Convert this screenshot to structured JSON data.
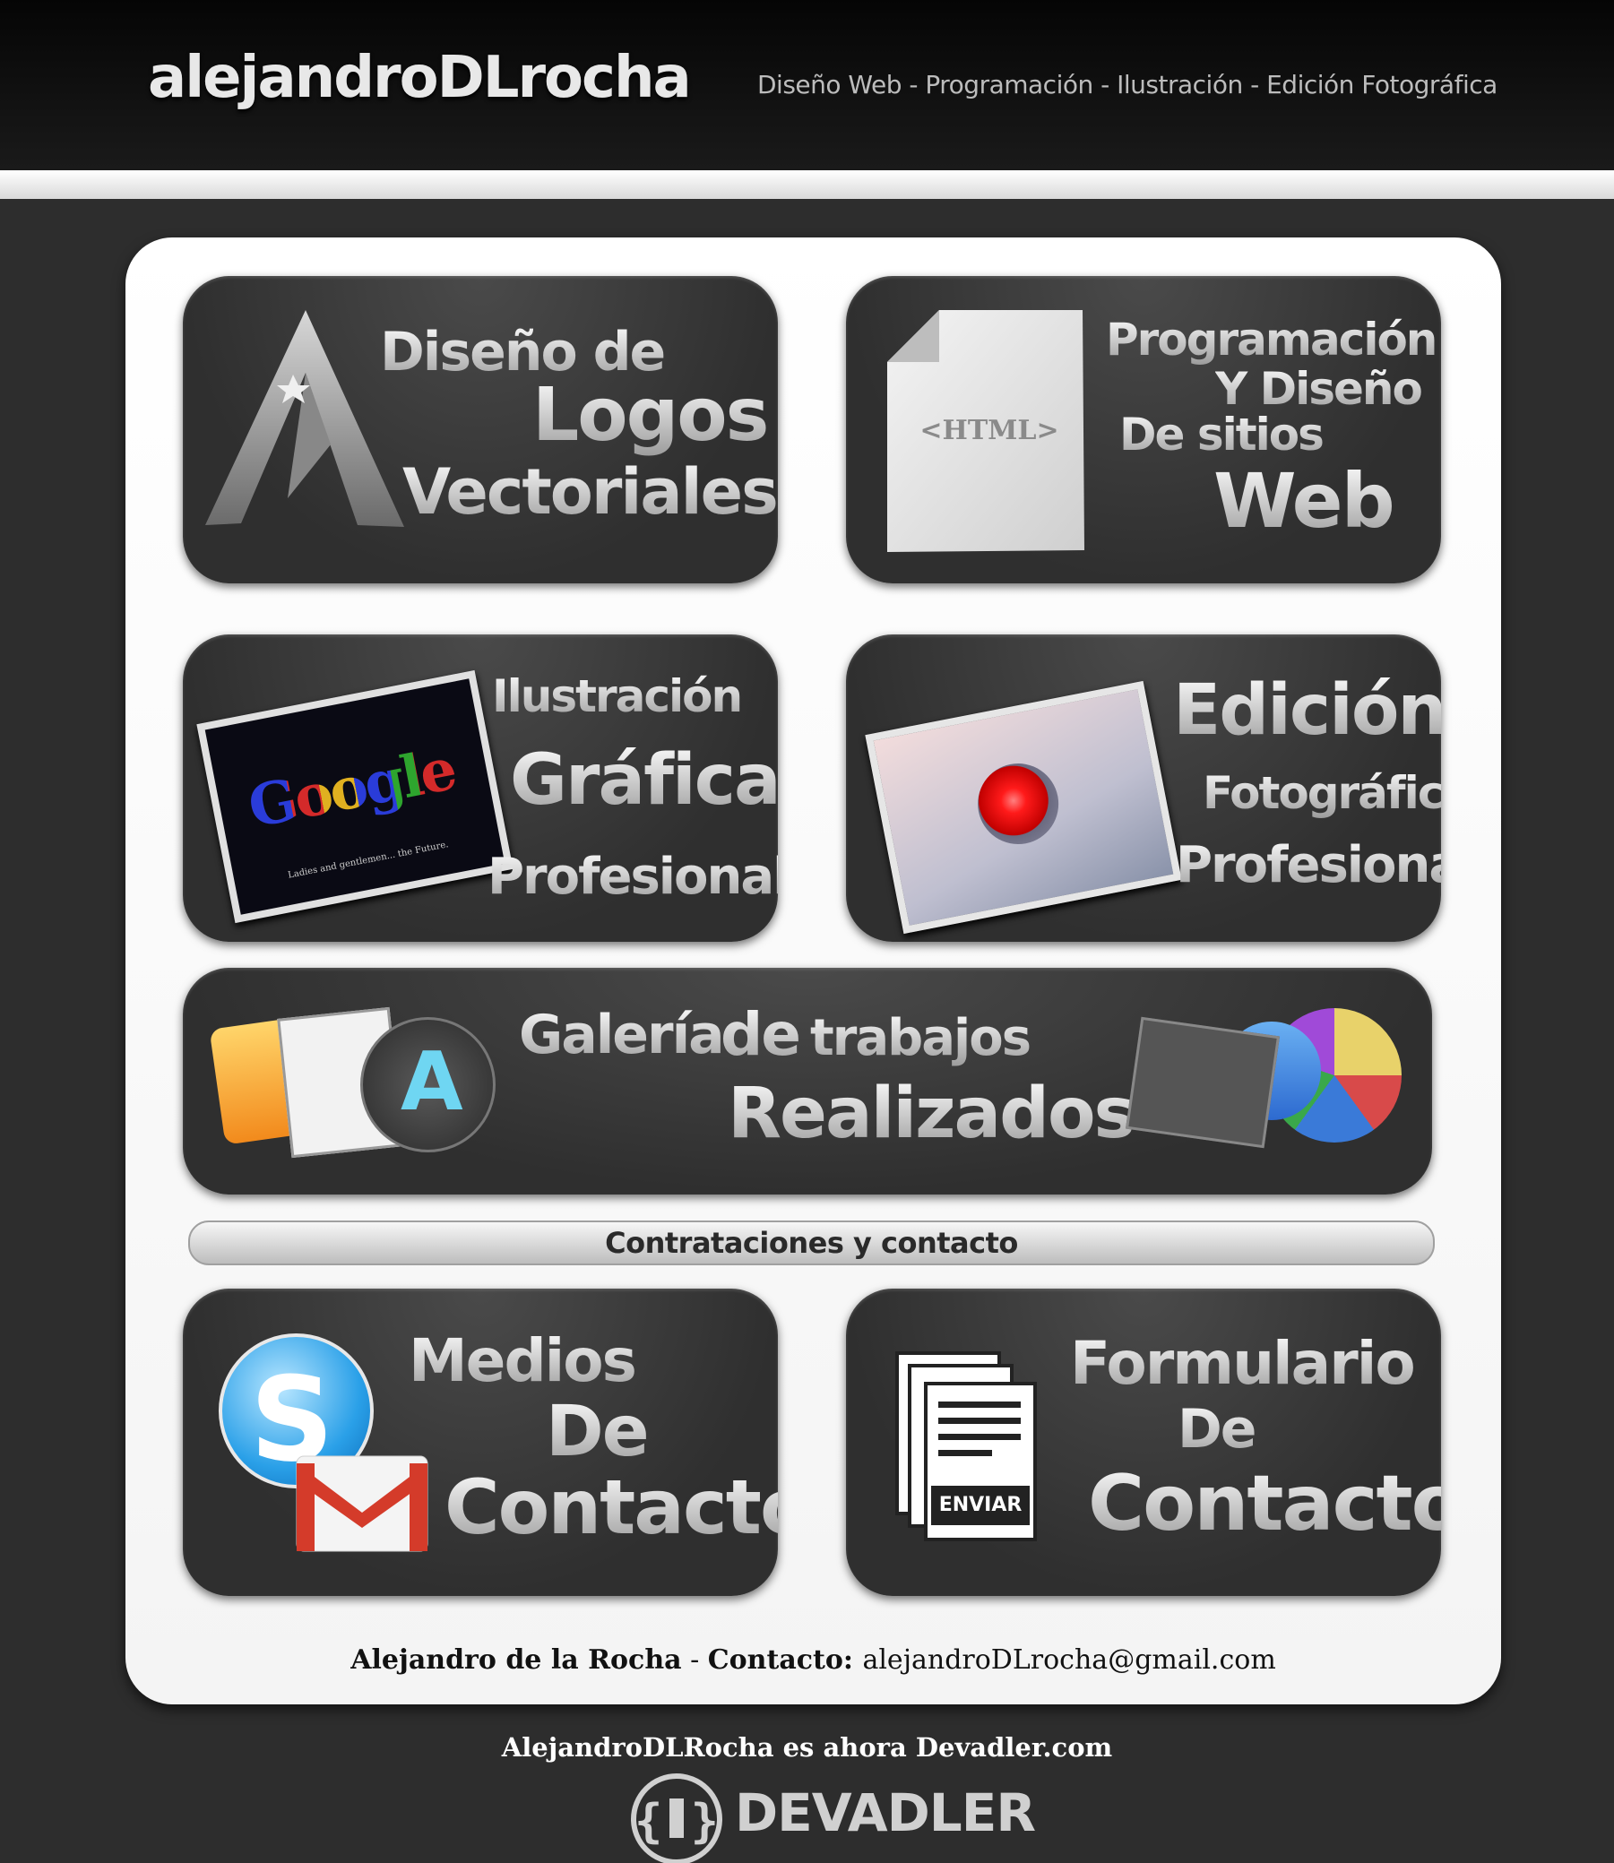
{
  "header": {
    "site_title": "alejandroDLrocha",
    "tagline": "Diseño Web - Programación - Ilustración - Edición Fotográfica"
  },
  "tiles": {
    "logos": {
      "line1": "Diseño de",
      "line2": "Logos",
      "line3": "Vectoriales"
    },
    "web": {
      "line1": "Programación",
      "line2": "Y Diseño",
      "line3": "De sitios",
      "line4": "Web",
      "doc_label": "<HTML>"
    },
    "illustration": {
      "line1": "Ilustración",
      "line2": "Gráfica",
      "line3": "Profesional",
      "thumb_word": "Google",
      "thumb_caption": "Ladies and gentlemen... the Future."
    },
    "photo": {
      "line1": "Edición",
      "line2": "Fotográfica",
      "line3": "Profesional"
    },
    "gallery": {
      "line1": "Galería",
      "line1b": "de",
      "line1c": "trabajos",
      "line2": "Realizados"
    },
    "contact_media": {
      "line1": "Medios",
      "line2": "De",
      "line3": "Contacto"
    },
    "contact_form": {
      "line1": "Formulario",
      "line2": "De",
      "line3": "Contacto",
      "button_label": "ENVIAR"
    }
  },
  "contact_bar": {
    "label": "Contrataciones y contacto"
  },
  "footer": {
    "name": "Alejandro de la Rocha",
    "separator": " - ",
    "contact_label": "Contacto: ",
    "email": "alejandroDLrocha@gmail.com",
    "notice": "AlejandroDLRocha es ahora Devadler.com",
    "brand": "DEVADLER"
  }
}
